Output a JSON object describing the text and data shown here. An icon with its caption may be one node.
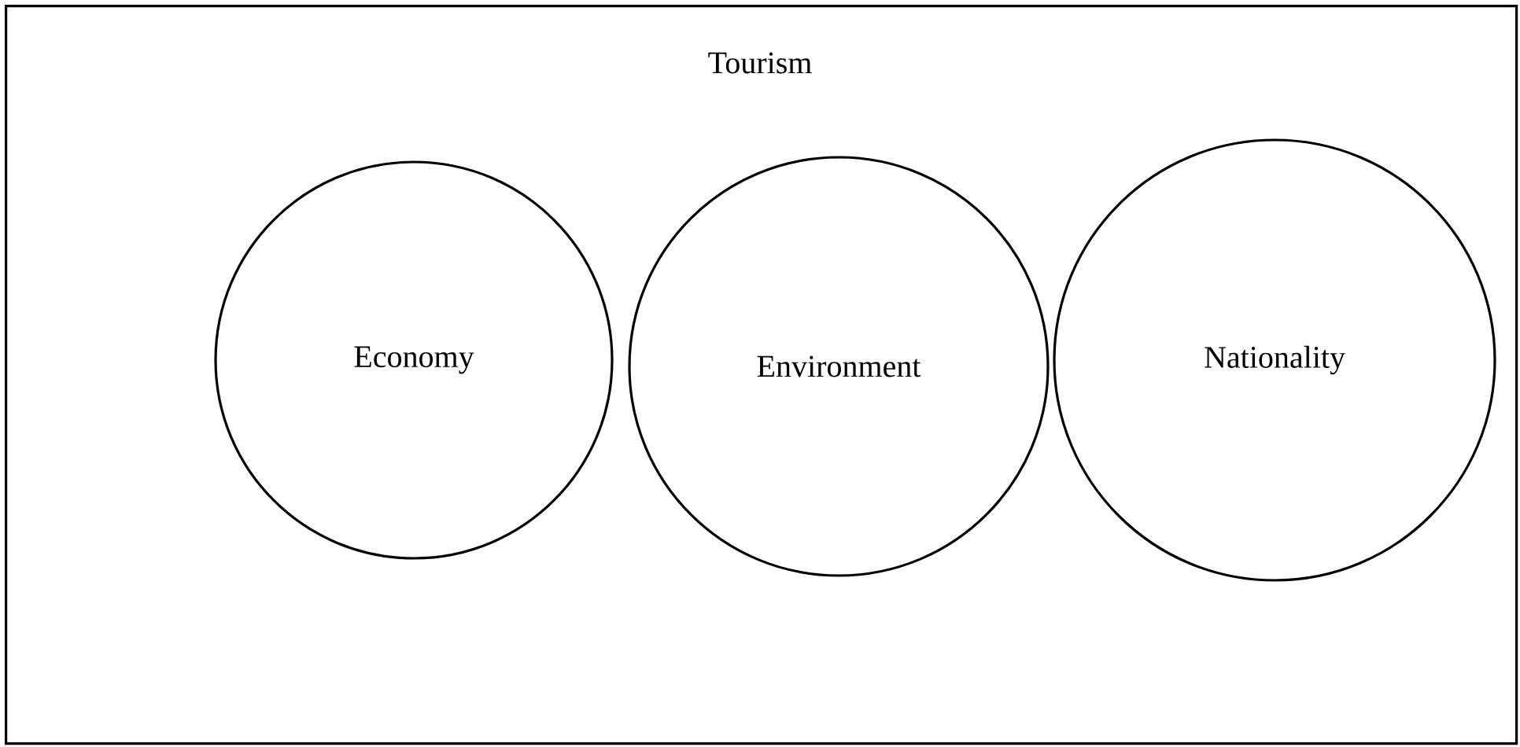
{
  "diagram": {
    "nodes": [
      {
        "text": [
          "Tourism"
        ]
      },
      {
        "text": [
          "Economy"
        ],
        "in": 0
      },
      {
        "text": [
          "Environment"
        ],
        "in": 0
      },
      {
        "text": [
          "Nationality"
        ],
        "in": 0
      }
    ]
  }
}
